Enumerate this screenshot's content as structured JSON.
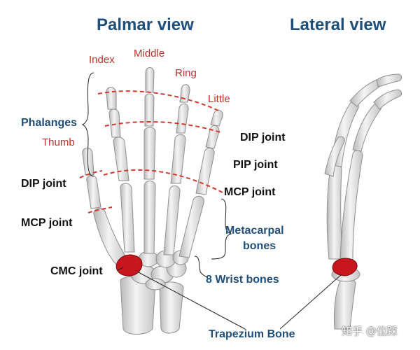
{
  "titles": {
    "palmar": "Palmar view",
    "lateral": "Lateral view"
  },
  "fingers": {
    "index": "Index",
    "middle": "Middle",
    "ring": "Ring",
    "little": "Little",
    "thumb": "Thumb"
  },
  "labels": {
    "phalanges": "Phalanges",
    "dip_joint_right": "DIP joint",
    "pip_joint": "PIP joint",
    "mcp_joint_right": "MCP joint",
    "dip_joint_left": "DIP joint",
    "mcp_joint_left": "MCP joint",
    "metacarpal_line1": "Metacarpal",
    "metacarpal_line2": "bones",
    "wrist_bones": "8 Wrist bones",
    "cmc_joint": "CMC joint",
    "trapezium": "Trapezium Bone"
  },
  "watermark": "知乎 @位踩",
  "colors": {
    "title_blue": "#1f4e79",
    "finger_red": "#b7312c",
    "trapezium_red": "#c8161d",
    "bone": "#e6e6e6"
  }
}
